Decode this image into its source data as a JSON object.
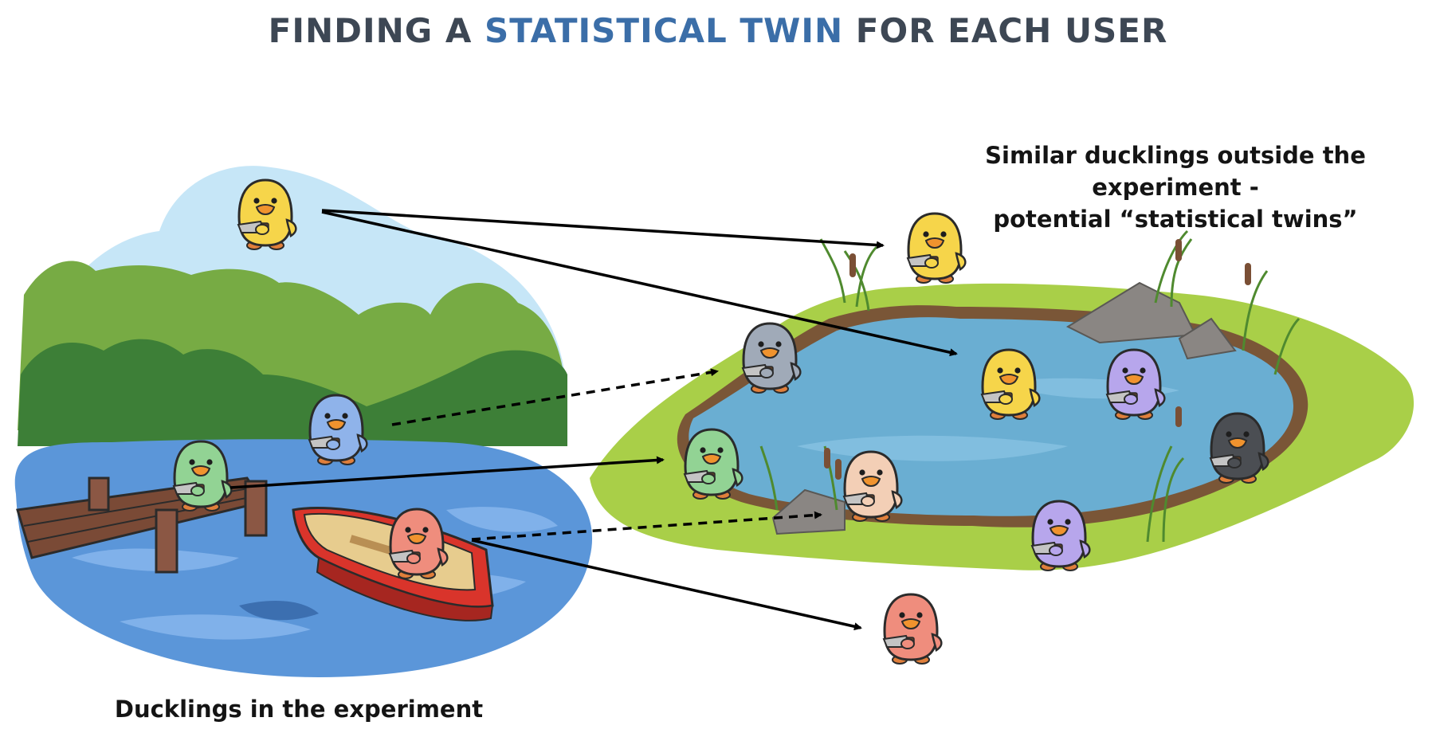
{
  "title": {
    "part1": "FINDING A ",
    "highlight": "STATISTICAL TWIN",
    "part2": " FOR EACH USER"
  },
  "captions": {
    "right_line1": "Similar ducklings outside the experiment -",
    "right_line2": "potential “statistical twins”",
    "left": "Ducklings in the experiment"
  },
  "colors": {
    "title_text": "#3d4754",
    "title_highlight": "#3b6ea8",
    "duck_yellow": "#f6d54a",
    "duck_blue": "#8fb3ea",
    "duck_green": "#92d394",
    "duck_red": "#ef8d7d",
    "duck_grey": "#a0aab8",
    "duck_purple": "#b7a6ec",
    "duck_peach": "#f3cfb6",
    "duck_black": "#4b4e53",
    "sky": "#c6e6f7",
    "lake": "#5b96d9",
    "pond": "#6aaed2",
    "grass": "#a9cf48"
  },
  "arrows": [
    {
      "from": "yellow-duck-experiment",
      "to": "yellow-duck-twin-grass",
      "style": "solid"
    },
    {
      "from": "yellow-duck-experiment",
      "to": "yellow-duck-twin-pond",
      "style": "solid"
    },
    {
      "from": "blue-duck-experiment",
      "to": "grey-duck-twin",
      "style": "dashed"
    },
    {
      "from": "green-duck-experiment",
      "to": "green-duck-twin",
      "style": "solid"
    },
    {
      "from": "red-duck-experiment",
      "to": "peach-duck-twin",
      "style": "dashed"
    },
    {
      "from": "red-duck-experiment",
      "to": "red-duck-twin",
      "style": "solid"
    }
  ]
}
